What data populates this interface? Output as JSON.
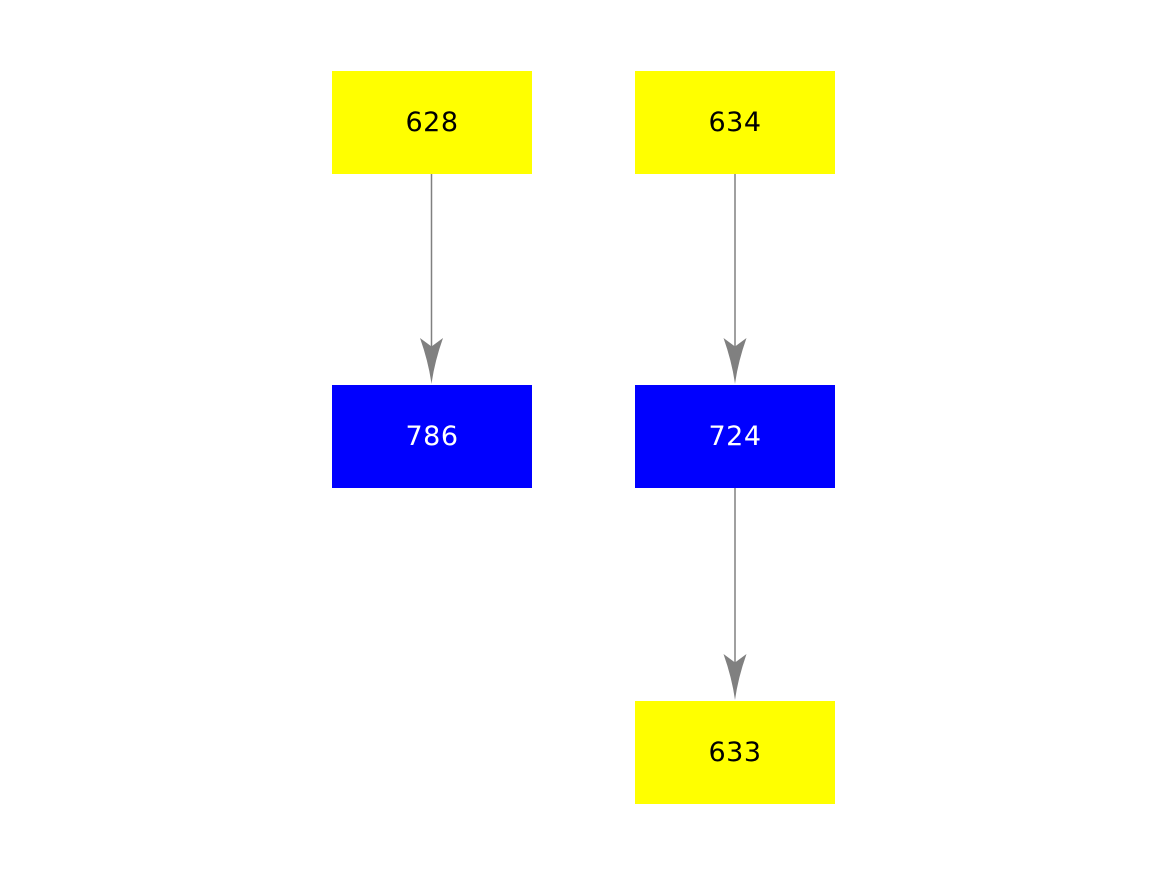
{
  "diagram": {
    "background_color": "#ffffff",
    "edge_color": "#808080",
    "nodes": [
      {
        "id": "628",
        "label": "628",
        "fill": "#ffff00",
        "text_color": "#000000"
      },
      {
        "id": "634",
        "label": "634",
        "fill": "#ffff00",
        "text_color": "#000000"
      },
      {
        "id": "786",
        "label": "786",
        "fill": "#0000ff",
        "text_color": "#ffffff"
      },
      {
        "id": "724",
        "label": "724",
        "fill": "#0000ff",
        "text_color": "#ffffff"
      },
      {
        "id": "633",
        "label": "633",
        "fill": "#ffff00",
        "text_color": "#000000"
      }
    ],
    "edges": [
      {
        "from": "628",
        "to": "786"
      },
      {
        "from": "634",
        "to": "724"
      },
      {
        "from": "724",
        "to": "633"
      }
    ]
  }
}
